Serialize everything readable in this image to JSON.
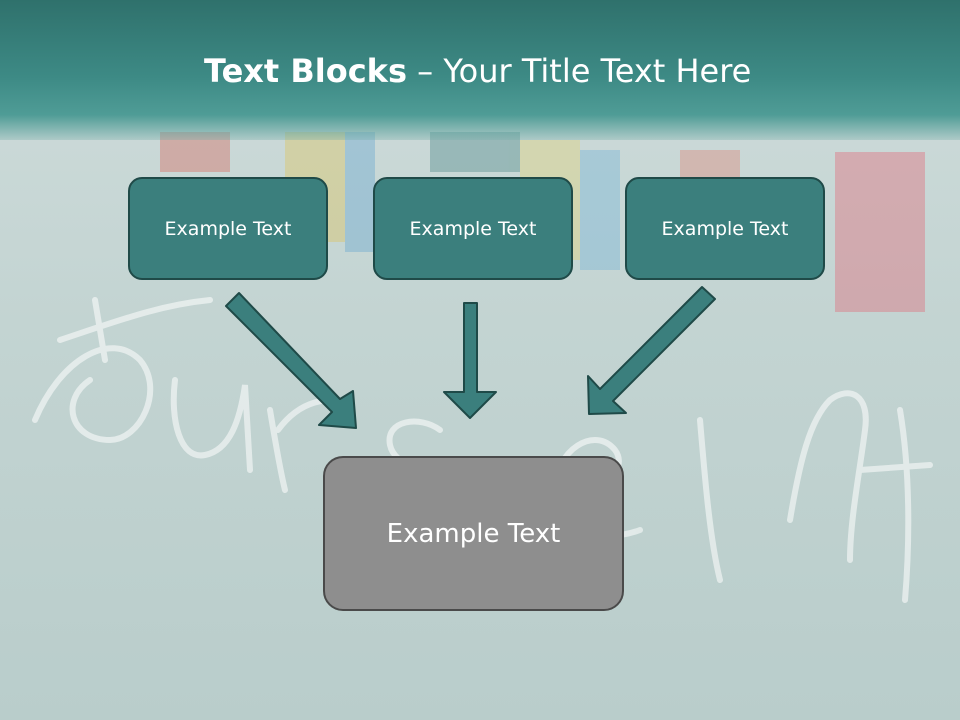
{
  "slide": {
    "title_bold": "Text Blocks",
    "title_dash": " – ",
    "title_rest": "Your Title Text Here",
    "boxes": [
      {
        "label": "Example Text"
      },
      {
        "label": "Example Text"
      },
      {
        "label": "Example Text"
      }
    ],
    "bottom_box": {
      "label": "Example Text"
    }
  },
  "colors": {
    "header": "#3d8a85",
    "box_fill": "#3b7f7d",
    "box_border": "#1f4a48",
    "bottom_fill": "#8e8e8e",
    "arrow_fill": "#3b7f7d"
  }
}
